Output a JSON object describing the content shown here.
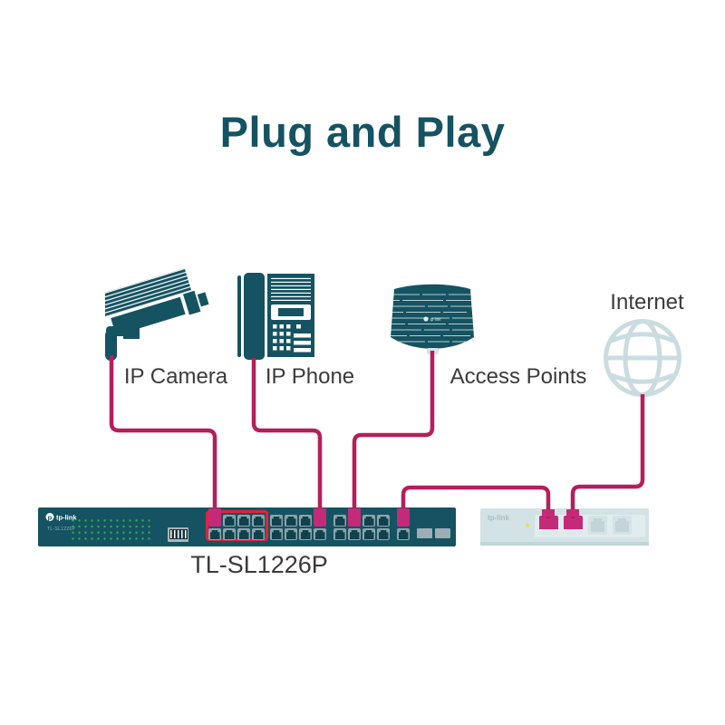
{
  "title": "Plug and Play",
  "labels": {
    "ip_camera": "IP Camera",
    "ip_phone": "IP Phone",
    "access_points": "Access Points",
    "internet": "Internet"
  },
  "switch": {
    "brand": "tp-link",
    "model_small": "TL-SL1226P",
    "caption": "TL-SL1226P",
    "port_groups": [
      {
        "cols": 4,
        "connected_top": [
          0
        ]
      },
      {
        "cols": 4,
        "connected_top": [
          3
        ]
      },
      {
        "cols": 4,
        "connected_top": [
          1
        ]
      },
      {
        "cols": 1,
        "connected_top": [
          0
        ]
      }
    ],
    "sfp_slots": 2
  },
  "router": {
    "brand": "tp-link",
    "ports": [
      {
        "connected": true
      },
      {
        "connected": true
      },
      {
        "connected": false
      },
      {
        "connected": false
      }
    ]
  },
  "icons": [
    "cctv-camera-icon",
    "ip-phone-icon",
    "access-point-icon",
    "globe-icon"
  ],
  "colors": {
    "teal": "#155362",
    "line_crimson": "#b61e5b",
    "port_magenta": "#c52a78",
    "poe_red": "#e6203c",
    "globe_gray": "#cbdce0",
    "label_text": "#3b3b3b",
    "led_green": "#2fb14d"
  }
}
